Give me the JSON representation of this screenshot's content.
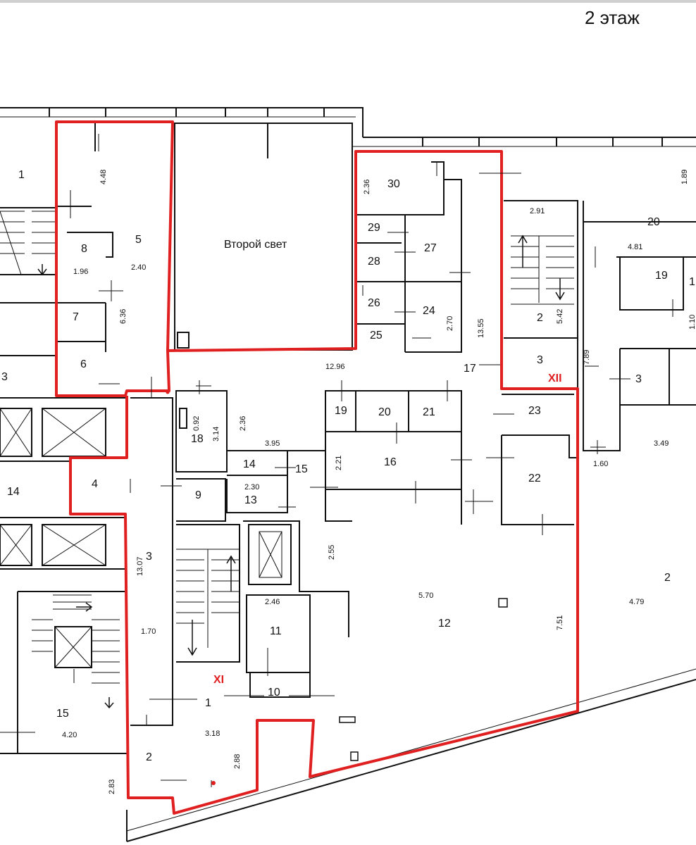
{
  "floor_title": "2 этаж",
  "labels": {
    "vtoroy_svet": "Второй свет",
    "zone_xi": "XI",
    "zone_xii": "XII"
  },
  "rooms": {
    "r1_left": "1",
    "r5": "5",
    "r8": "8",
    "r7": "7",
    "r6": "6",
    "r3_left": "3",
    "r14_left": "14",
    "r4": "4",
    "r3_corr": "3",
    "r15_left": "15",
    "r2_left": "2",
    "r1_main": "1",
    "r30": "30",
    "r29": "29",
    "r27": "27",
    "r28": "28",
    "r26": "26",
    "r24": "24",
    "r25": "25",
    "r17": "17",
    "r19_mid": "19",
    "r20_mid": "20",
    "r21": "21",
    "r18": "18",
    "r14_mid": "14",
    "r15_mid": "15",
    "r16": "16",
    "r9": "9",
    "r13": "13",
    "r11": "11",
    "r10": "10",
    "r12": "12",
    "r2_stair": "2",
    "r3_right": "3",
    "r20_right": "20",
    "r19_right": "19",
    "r1_right": "1",
    "r3_far": "3",
    "r23": "23",
    "r22": "22",
    "r2_right": "2"
  },
  "dims": {
    "d448": "4.48",
    "d196": "1.96",
    "d240": "2.40",
    "d636": "6.36",
    "d1307": "13.07",
    "d170": "1.70",
    "d420": "4.20",
    "d283": "2.83",
    "d318": "3.18",
    "d288": "2.88",
    "d236a": "2.36",
    "d1296": "12.96",
    "d270": "2.70",
    "d1355": "13.55",
    "d092": "0.92",
    "d314": "3.14",
    "d236b": "2.36",
    "d395": "3.95",
    "d221": "2.21",
    "d230": "2.30",
    "d255": "2.55",
    "d246": "2.46",
    "d570": "5.70",
    "d751": "7.51",
    "d291": "2.91",
    "d542": "5.42",
    "d789": "7.89",
    "d189": "1.89",
    "d481": "4.81",
    "d349": "3.49",
    "d160": "1.60",
    "d479": "4.79",
    "d110": "1.10"
  },
  "colors": {
    "wall": "#111111",
    "boundary": "#e02020",
    "text": "#111111"
  }
}
